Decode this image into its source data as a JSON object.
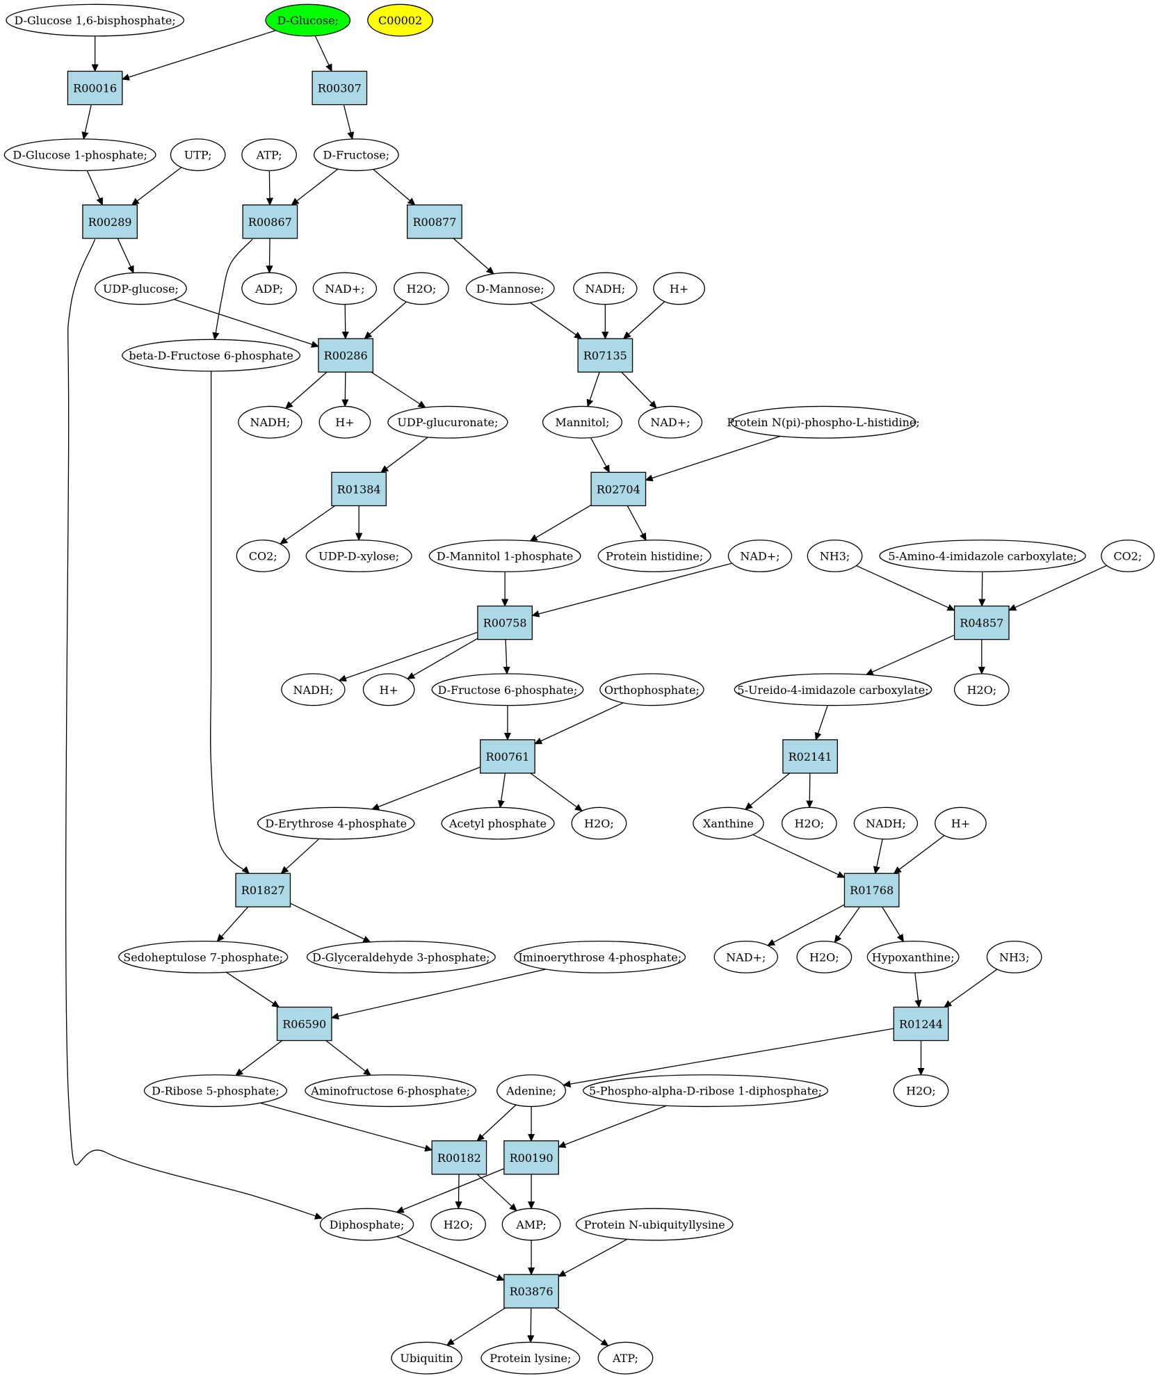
{
  "graph": {
    "colors": {
      "background": "#ffffff",
      "reaction_fill": "#add8e6",
      "compound_fill": "#ffffff",
      "highlight_source": "#00ff00",
      "highlight_target": "#ffff00",
      "stroke": "#000000"
    },
    "nodes": [
      {
        "id": "c_glc16bp",
        "label": "D-Glucose 1,6-bisphosphate;",
        "kind": "compound"
      },
      {
        "id": "c_glc",
        "label": "D-Glucose;",
        "kind": "compound",
        "color": "#00ff00"
      },
      {
        "id": "c_c00002",
        "label": "C00002",
        "kind": "compound",
        "color": "#ffff00"
      },
      {
        "id": "r_R00016",
        "label": "R00016",
        "kind": "reaction"
      },
      {
        "id": "r_R00307",
        "label": "R00307",
        "kind": "reaction"
      },
      {
        "id": "c_glc1p",
        "label": "D-Glucose 1-phosphate;",
        "kind": "compound"
      },
      {
        "id": "c_utp",
        "label": "UTP;",
        "kind": "compound"
      },
      {
        "id": "c_atp1",
        "label": "ATP;",
        "kind": "compound"
      },
      {
        "id": "c_fru",
        "label": "D-Fructose;",
        "kind": "compound"
      },
      {
        "id": "r_R00289",
        "label": "R00289",
        "kind": "reaction"
      },
      {
        "id": "r_R00867",
        "label": "R00867",
        "kind": "reaction"
      },
      {
        "id": "r_R00877",
        "label": "R00877",
        "kind": "reaction"
      },
      {
        "id": "c_udpglc",
        "label": "UDP-glucose;",
        "kind": "compound"
      },
      {
        "id": "c_adp",
        "label": "ADP;",
        "kind": "compound"
      },
      {
        "id": "c_nadp1",
        "label": "NAD+;",
        "kind": "compound"
      },
      {
        "id": "c_h2o1",
        "label": "H2O;",
        "kind": "compound"
      },
      {
        "id": "c_man",
        "label": "D-Mannose;",
        "kind": "compound"
      },
      {
        "id": "c_nadh1",
        "label": "NADH;",
        "kind": "compound"
      },
      {
        "id": "c_h1",
        "label": "H+",
        "kind": "compound"
      },
      {
        "id": "c_bfru6p",
        "label": "beta-D-Fructose 6-phosphate",
        "kind": "compound"
      },
      {
        "id": "r_R00286",
        "label": "R00286",
        "kind": "reaction"
      },
      {
        "id": "r_R07135",
        "label": "R07135",
        "kind": "reaction"
      },
      {
        "id": "c_nadh2",
        "label": "NADH;",
        "kind": "compound"
      },
      {
        "id": "c_h2",
        "label": "H+",
        "kind": "compound"
      },
      {
        "id": "c_udpgla",
        "label": "UDP-glucuronate;",
        "kind": "compound"
      },
      {
        "id": "c_mannitol",
        "label": "Mannitol;",
        "kind": "compound"
      },
      {
        "id": "c_nadp2",
        "label": "NAD+;",
        "kind": "compound"
      },
      {
        "id": "c_protnhis",
        "label": "Protein N(pi)-phospho-L-histidine;",
        "kind": "compound"
      },
      {
        "id": "r_R01384",
        "label": "R01384",
        "kind": "reaction"
      },
      {
        "id": "r_R02704",
        "label": "R02704",
        "kind": "reaction"
      },
      {
        "id": "c_co2a",
        "label": "CO2;",
        "kind": "compound"
      },
      {
        "id": "c_udpxyl",
        "label": "UDP-D-xylose;",
        "kind": "compound"
      },
      {
        "id": "c_mtl1p",
        "label": "D-Mannitol 1-phosphate",
        "kind": "compound"
      },
      {
        "id": "c_prothis",
        "label": "Protein histidine;",
        "kind": "compound"
      },
      {
        "id": "c_nadp3",
        "label": "NAD+;",
        "kind": "compound"
      },
      {
        "id": "c_nh3a",
        "label": "NH3;",
        "kind": "compound"
      },
      {
        "id": "c_aica",
        "label": "5-Amino-4-imidazole carboxylate;",
        "kind": "compound"
      },
      {
        "id": "c_co2b",
        "label": "CO2;",
        "kind": "compound"
      },
      {
        "id": "r_R00758",
        "label": "R00758",
        "kind": "reaction"
      },
      {
        "id": "r_R04857",
        "label": "R04857",
        "kind": "reaction"
      },
      {
        "id": "c_nadh3",
        "label": "NADH;",
        "kind": "compound"
      },
      {
        "id": "c_h3",
        "label": "H+",
        "kind": "compound"
      },
      {
        "id": "c_fru6p",
        "label": "D-Fructose 6-phosphate;",
        "kind": "compound"
      },
      {
        "id": "c_pi",
        "label": "Orthophosphate;",
        "kind": "compound"
      },
      {
        "id": "c_uica",
        "label": "5-Ureido-4-imidazole carboxylate;",
        "kind": "compound"
      },
      {
        "id": "c_h2o2",
        "label": "H2O;",
        "kind": "compound"
      },
      {
        "id": "r_R00761",
        "label": "R00761",
        "kind": "reaction"
      },
      {
        "id": "r_R02141",
        "label": "R02141",
        "kind": "reaction"
      },
      {
        "id": "c_e4p",
        "label": "D-Erythrose 4-phosphate",
        "kind": "compound"
      },
      {
        "id": "c_acp",
        "label": "Acetyl phosphate",
        "kind": "compound"
      },
      {
        "id": "c_h2o3",
        "label": "H2O;",
        "kind": "compound"
      },
      {
        "id": "c_xan",
        "label": "Xanthine",
        "kind": "compound"
      },
      {
        "id": "c_h2o4",
        "label": "H2O;",
        "kind": "compound"
      },
      {
        "id": "c_nadh4",
        "label": "NADH;",
        "kind": "compound"
      },
      {
        "id": "c_h4",
        "label": "H+",
        "kind": "compound"
      },
      {
        "id": "r_R01827",
        "label": "R01827",
        "kind": "reaction"
      },
      {
        "id": "r_R01768",
        "label": "R01768",
        "kind": "reaction"
      },
      {
        "id": "c_s7p",
        "label": "Sedoheptulose 7-phosphate;",
        "kind": "compound"
      },
      {
        "id": "c_g3p",
        "label": "D-Glyceraldehyde 3-phosphate;",
        "kind": "compound"
      },
      {
        "id": "c_iminoe4p",
        "label": "Iminoerythrose 4-phosphate;",
        "kind": "compound"
      },
      {
        "id": "c_nadp4",
        "label": "NAD+;",
        "kind": "compound"
      },
      {
        "id": "c_h2o5",
        "label": "H2O;",
        "kind": "compound"
      },
      {
        "id": "c_hyp",
        "label": "Hypoxanthine;",
        "kind": "compound"
      },
      {
        "id": "c_nh3b",
        "label": "NH3;",
        "kind": "compound"
      },
      {
        "id": "r_R06590",
        "label": "R06590",
        "kind": "reaction"
      },
      {
        "id": "r_R01244",
        "label": "R01244",
        "kind": "reaction"
      },
      {
        "id": "c_r5p",
        "label": "D-Ribose 5-phosphate;",
        "kind": "compound"
      },
      {
        "id": "c_af6p",
        "label": "Aminofructose 6-phosphate;",
        "kind": "compound"
      },
      {
        "id": "c_ade",
        "label": "Adenine;",
        "kind": "compound"
      },
      {
        "id": "c_prpp",
        "label": "5-Phospho-alpha-D-ribose 1-diphosphate;",
        "kind": "compound"
      },
      {
        "id": "c_h2o6",
        "label": "H2O;",
        "kind": "compound"
      },
      {
        "id": "r_R00182",
        "label": "R00182",
        "kind": "reaction"
      },
      {
        "id": "r_R00190",
        "label": "R00190",
        "kind": "reaction"
      },
      {
        "id": "c_ppi",
        "label": "Diphosphate;",
        "kind": "compound"
      },
      {
        "id": "c_h2o7",
        "label": "H2O;",
        "kind": "compound"
      },
      {
        "id": "c_amp",
        "label": "AMP;",
        "kind": "compound"
      },
      {
        "id": "c_protubq",
        "label": "Protein N-ubiquityllysine",
        "kind": "compound"
      },
      {
        "id": "r_R03876",
        "label": "R03876",
        "kind": "reaction"
      },
      {
        "id": "c_ubq",
        "label": "Ubiquitin",
        "kind": "compound"
      },
      {
        "id": "c_protlys",
        "label": "Protein lysine;",
        "kind": "compound"
      },
      {
        "id": "c_atp2",
        "label": "ATP;",
        "kind": "compound"
      }
    ],
    "edges": [
      [
        "c_glc16bp",
        "r_R00016"
      ],
      [
        "c_glc",
        "r_R00016"
      ],
      [
        "c_glc",
        "r_R00307"
      ],
      [
        "r_R00016",
        "c_glc1p"
      ],
      [
        "r_R00307",
        "c_fru"
      ],
      [
        "c_glc1p",
        "r_R00289"
      ],
      [
        "c_utp",
        "r_R00289"
      ],
      [
        "c_atp1",
        "r_R00867"
      ],
      [
        "c_fru",
        "r_R00867"
      ],
      [
        "c_fru",
        "r_R00877"
      ],
      [
        "r_R00289",
        "c_udpglc"
      ],
      [
        "r_R00289",
        "c_ppi"
      ],
      [
        "r_R00867",
        "c_adp"
      ],
      [
        "r_R00867",
        "c_bfru6p"
      ],
      [
        "r_R00877",
        "c_man"
      ],
      [
        "c_udpglc",
        "r_R00286"
      ],
      [
        "c_nadp1",
        "r_R00286"
      ],
      [
        "c_h2o1",
        "r_R00286"
      ],
      [
        "c_man",
        "r_R07135"
      ],
      [
        "c_nadh1",
        "r_R07135"
      ],
      [
        "c_h1",
        "r_R07135"
      ],
      [
        "r_R00286",
        "c_nadh2"
      ],
      [
        "r_R00286",
        "c_h2"
      ],
      [
        "r_R00286",
        "c_udpgla"
      ],
      [
        "r_R07135",
        "c_mannitol"
      ],
      [
        "r_R07135",
        "c_nadp2"
      ],
      [
        "c_udpgla",
        "r_R01384"
      ],
      [
        "c_mannitol",
        "r_R02704"
      ],
      [
        "c_protnhis",
        "r_R02704"
      ],
      [
        "r_R01384",
        "c_co2a"
      ],
      [
        "r_R01384",
        "c_udpxyl"
      ],
      [
        "r_R02704",
        "c_mtl1p"
      ],
      [
        "r_R02704",
        "c_prothis"
      ],
      [
        "c_mtl1p",
        "r_R00758"
      ],
      [
        "c_nadp3",
        "r_R00758"
      ],
      [
        "c_nh3a",
        "r_R04857"
      ],
      [
        "c_aica",
        "r_R04857"
      ],
      [
        "c_co2b",
        "r_R04857"
      ],
      [
        "r_R00758",
        "c_nadh3"
      ],
      [
        "r_R00758",
        "c_h3"
      ],
      [
        "r_R00758",
        "c_fru6p"
      ],
      [
        "r_R04857",
        "c_uica"
      ],
      [
        "r_R04857",
        "c_h2o2"
      ],
      [
        "c_fru6p",
        "r_R00761"
      ],
      [
        "c_pi",
        "r_R00761"
      ],
      [
        "c_uica",
        "r_R02141"
      ],
      [
        "r_R00761",
        "c_e4p"
      ],
      [
        "r_R00761",
        "c_acp"
      ],
      [
        "r_R00761",
        "c_h2o3"
      ],
      [
        "r_R02141",
        "c_xan"
      ],
      [
        "r_R02141",
        "c_h2o4"
      ],
      [
        "c_e4p",
        "r_R01827"
      ],
      [
        "c_bfru6p",
        "r_R01827"
      ],
      [
        "c_xan",
        "r_R01768"
      ],
      [
        "c_nadh4",
        "r_R01768"
      ],
      [
        "c_h4",
        "r_R01768"
      ],
      [
        "r_R01827",
        "c_s7p"
      ],
      [
        "r_R01827",
        "c_g3p"
      ],
      [
        "r_R01768",
        "c_nadp4"
      ],
      [
        "r_R01768",
        "c_h2o5"
      ],
      [
        "r_R01768",
        "c_hyp"
      ],
      [
        "c_s7p",
        "r_R06590"
      ],
      [
        "c_iminoe4p",
        "r_R06590"
      ],
      [
        "c_hyp",
        "r_R01244"
      ],
      [
        "c_nh3b",
        "r_R01244"
      ],
      [
        "r_R06590",
        "c_r5p"
      ],
      [
        "r_R06590",
        "c_af6p"
      ],
      [
        "r_R01244",
        "c_ade"
      ],
      [
        "r_R01244",
        "c_h2o6"
      ],
      [
        "c_r5p",
        "r_R00182"
      ],
      [
        "c_ade",
        "r_R00182"
      ],
      [
        "c_ade",
        "r_R00190"
      ],
      [
        "c_prpp",
        "r_R00190"
      ],
      [
        "r_R00182",
        "c_h2o7"
      ],
      [
        "r_R00182",
        "c_amp"
      ],
      [
        "r_R00190",
        "c_ppi"
      ],
      [
        "r_R00190",
        "c_amp"
      ],
      [
        "c_ppi",
        "r_R03876"
      ],
      [
        "c_amp",
        "r_R03876"
      ],
      [
        "c_protubq",
        "r_R03876"
      ],
      [
        "r_R03876",
        "c_ubq"
      ],
      [
        "r_R03876",
        "c_protlys"
      ],
      [
        "r_R03876",
        "c_atp2"
      ]
    ]
  }
}
